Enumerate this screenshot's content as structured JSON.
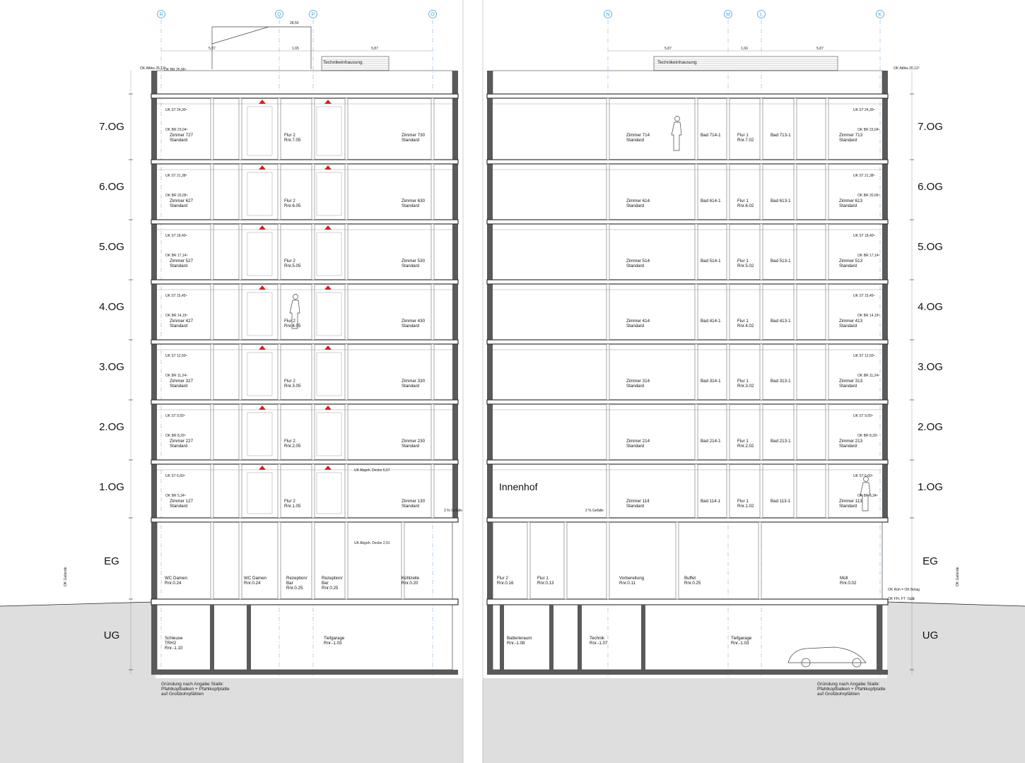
{
  "axes": [
    "R",
    "Q",
    "P",
    "O",
    "N",
    "M",
    "L",
    "K"
  ],
  "levels": [
    "7.OG",
    "6.OG",
    "5.OG",
    "4.OG",
    "3.OG",
    "2.OG",
    "1.OG",
    "EG",
    "UG"
  ],
  "courtyard_label": "Innenhof",
  "roof_label": "Technikeinhausung",
  "foundation_note": [
    "Gründung nach Angabe Statik:",
    "Pfahlkopfbalken + Pfahlkopfplatte",
    "auf Großbohrpfählen"
  ],
  "top_dims": {
    "left": [
      "5,87",
      "1,65",
      "5,87"
    ],
    "right": [
      "5,87",
      "1,66",
      "5,87"
    ],
    "roof_peak": "28,50"
  },
  "attika": {
    "left": "OK Attika 26,12³",
    "right": "OK Attika 26,12³",
    "brh": "OK BR 25,96⁵"
  },
  "floors": [
    {
      "lvl": "7.OG",
      "uk": "UK ST 24,30⁵",
      "rooms_left": [
        "Zimmer 727",
        "Standard"
      ],
      "flur_left": [
        "Flur 2",
        "Rnr.7.05"
      ],
      "rooms_mid": [
        "Zimmer 730",
        "Standard"
      ],
      "rooms_rmid": [
        "Zimmer 714",
        "Standard"
      ],
      "bad1": "Bad 714-1",
      "flur_right": [
        "Flur 1",
        "Rnr.7.02"
      ],
      "bad2": "Bad 713-1",
      "rooms_right": [
        "Zimmer 713",
        "Standard"
      ],
      "br": "OK BR 23,04⁵"
    },
    {
      "lvl": "6.OG",
      "uk": "UK ST 21,38⁵",
      "rooms_left": [
        "Zimmer 627",
        "Standard"
      ],
      "flur_left": [
        "Flur 2",
        "Rnr.6.05"
      ],
      "rooms_mid": [
        "Zimmer 630",
        "Standard"
      ],
      "rooms_rmid": [
        "Zimmer 614",
        "Standard"
      ],
      "bad1": "Bad 614-1",
      "flur_right": [
        "Flur 1",
        "Rnr.6.02"
      ],
      "bad2": "Bad 613-1",
      "rooms_right": [
        "Zimmer 613",
        "Standard"
      ],
      "br": "OK BR 20,09⁵"
    },
    {
      "lvl": "5.OG",
      "uk": "UK ST 18,40⁵",
      "rooms_left": [
        "Zimmer 527",
        "Standard"
      ],
      "flur_left": [
        "Flur 2",
        "Rnr.5.05"
      ],
      "rooms_mid": [
        "Zimmer 530",
        "Standard"
      ],
      "rooms_rmid": [
        "Zimmer 514",
        "Standard"
      ],
      "bad1": "Bad 514-1",
      "flur_right": [
        "Flur 1",
        "Rnr.5.02"
      ],
      "bad2": "Bad 513-1",
      "rooms_right": [
        "Zimmer 513",
        "Standard"
      ],
      "br": "OK BR 17,14⁵"
    },
    {
      "lvl": "4.OG",
      "uk": "UK ST 15,45⁵",
      "rooms_left": [
        "Zimmer 427",
        "Standard"
      ],
      "flur_left": [
        "Flur 2",
        "Rnr.4.05"
      ],
      "rooms_mid": [
        "Zimmer 430",
        "Standard"
      ],
      "rooms_rmid": [
        "Zimmer 414",
        "Standard"
      ],
      "bad1": "Bad 414-1",
      "flur_right": [
        "Flur 1",
        "Rnr.4.02"
      ],
      "bad2": "Bad 413-1",
      "rooms_right": [
        "Zimmer 413",
        "Standard"
      ],
      "br": "OK BR 14,19⁵"
    },
    {
      "lvl": "3.OG",
      "uk": "UK ST 12,50⁵",
      "rooms_left": [
        "Zimmer 327",
        "Standard"
      ],
      "flur_left": [
        "Flur 2",
        "Rnr.3.05"
      ],
      "rooms_mid": [
        "Zimmer 330",
        "Standard"
      ],
      "rooms_rmid": [
        "Zimmer 314",
        "Standard"
      ],
      "bad1": "Bad 314-1",
      "flur_right": [
        "Flur 1",
        "Rnr.3.02"
      ],
      "bad2": "Bad 313-1",
      "rooms_right": [
        "Zimmer 313",
        "Standard"
      ],
      "br": "OK BR 11,24⁵"
    },
    {
      "lvl": "2.OG",
      "uk": "UK ST 9,55⁵",
      "rooms_left": [
        "Zimmer 227",
        "Standard"
      ],
      "flur_left": [
        "Flur 2",
        "Rnr.2.05"
      ],
      "rooms_mid": [
        "Zimmer 230",
        "Standard"
      ],
      "rooms_rmid": [
        "Zimmer 214",
        "Standard"
      ],
      "bad1": "Bad 214-1",
      "flur_right": [
        "Flur 1",
        "Rnr.2.02"
      ],
      "bad2": "Bad 213-1",
      "rooms_right": [
        "Zimmer 213",
        "Standard"
      ],
      "br": "OK BR 8,29⁵"
    },
    {
      "lvl": "1.OG",
      "uk": "UK ST 6,60⁵",
      "rooms_left": [
        "Zimmer 127",
        "Standard"
      ],
      "flur_left": [
        "Flur 2",
        "Rnr.1.05"
      ],
      "rooms_mid": [
        "Zimmer 130",
        "Standard"
      ],
      "rooms_rmid": [
        "Zimmer 114",
        "Standard"
      ],
      "bad1": "Bad 114-1",
      "flur_right": [
        "Flur 1",
        "Rnr.1.02"
      ],
      "bad2": "Bad 113-1",
      "rooms_right": [
        "Zimmer 113",
        "Standard"
      ],
      "br": "OK BR 5,34⁵"
    }
  ],
  "eg_rooms": [
    [
      "WC Damen",
      "Rnr.0.24"
    ],
    [
      "WC Damen",
      "Rnr.0.24"
    ],
    [
      "Rezeption/",
      "Bar",
      "Rnr.0.25"
    ],
    [
      "Rezeption/",
      "Bar",
      "Rnr.0.25"
    ],
    [
      "Kühlzelle",
      "Rnr.0.20"
    ],
    [
      "Flur 2",
      "Rnr.0.16"
    ],
    [
      "Flur 1",
      "Rnr.0.13"
    ],
    [
      "Vorbereitung",
      "Rnr.0.11"
    ],
    [
      "Buffet",
      "Rnr.0.25"
    ],
    [
      "Müll",
      "Rnr.0.02"
    ]
  ],
  "ug_rooms": [
    [
      "Schleuse",
      "TRH2",
      "Rnr.-1.10"
    ],
    [
      "Tiefgarage",
      "Rnr.-1.03"
    ],
    [
      "Batterieraum",
      "Rnr.-1.08"
    ],
    [
      "Technik",
      "Rnr.-1.07"
    ],
    [
      "Tiefgarage",
      "Rnr.-1.03"
    ]
  ],
  "misc": {
    "uk_abgeh_1": "UK Abgeh. Decke 6,57",
    "uk_abgeh_eg": "UK Abgeh. Decke 2,91",
    "gefaelle": "2 % Gefälle",
    "ok_gelaende_l": "OK Gelände",
    "ok_gelaende_r": "OK Gelände",
    "ok_roh": "OK Roh = OK Belag",
    "ok_fft": "OK FFt. FT -0,09"
  }
}
